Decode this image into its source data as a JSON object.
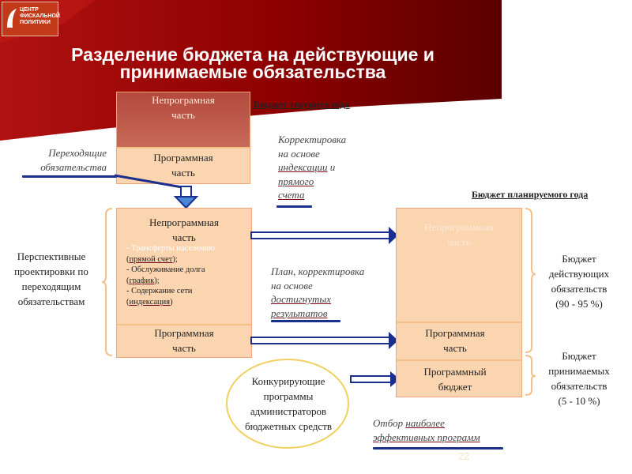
{
  "logo": {
    "text": "ЦЕНТР\nФИСКАЛЬНОЙ\nПОЛИТИКИ"
  },
  "title": {
    "line1": "Разделение бюджета на действующие и",
    "line2": "принимаемые обязательства"
  },
  "current_year": {
    "header": "Бюджет текущего года",
    "nonprogram": {
      "line1": "Непрограмная",
      "line2": "часть"
    },
    "program": {
      "line1": "Программная",
      "line2": "часть"
    }
  },
  "transitional": {
    "line1": "Переходящие",
    "line2": "обязательства"
  },
  "correction": {
    "line1": "Корректировка",
    "line2": "на основе",
    "line3": "индексации",
    "line4": " и",
    "line5": "прямого",
    "line6": "счета"
  },
  "planned_header": "Бюджет планируемого года",
  "middle": {
    "nonprogram": {
      "line1": "Непрограммная",
      "line2": "часть"
    },
    "items": [
      {
        "pre": "- Трансферты населению",
        "link": "прямой счет",
        "post": ");",
        "open": "("
      },
      {
        "pre": "- Обслуживание долга",
        "link": "график",
        "post": ");",
        "open": "("
      },
      {
        "pre": "- Содержание сети",
        "link": "индексация",
        "post": ")",
        "open": "("
      }
    ],
    "program": {
      "line1": "Программная",
      "line2": "часть"
    }
  },
  "perspective": {
    "line1": "Перспективные",
    "line2": "проектировки по",
    "line3": "переходящим",
    "line4": "обязательствам"
  },
  "plan": {
    "line1": "План, корректировка",
    "line2": "на основе",
    "line3": "достигнутых",
    "line4": "результатов"
  },
  "right": {
    "nonprogram": {
      "line1": "Непрограммная",
      "line2": "часть"
    },
    "program": {
      "line1": "Программная",
      "line2": "часть"
    },
    "program_budget": {
      "line1": "Программный",
      "line2": "бюджет"
    }
  },
  "acting": {
    "line1": "Бюджет",
    "line2": "действующих",
    "line3": "обязательств",
    "line4": "(90 - 95 %)"
  },
  "accepted": {
    "line1": "Бюджет",
    "line2": "принимаемых",
    "line3": "обязательств",
    "line4": "(5 - 10 %)"
  },
  "competing": {
    "line1": "Конкурирующие",
    "line2": "программы",
    "line3": "администраторов",
    "line4": "бюджетных средств"
  },
  "selection": {
    "line1": "Отбор ",
    "line2": "наиболее",
    "line3": "эффективных программ"
  },
  "page_number": "22",
  "colors": {
    "banner": "#8b0000",
    "box_fill": "#fbd5b0",
    "box_border": "#f2a578",
    "arrow_blue": "#1b2f8c",
    "ellipse": "#f0d060"
  }
}
